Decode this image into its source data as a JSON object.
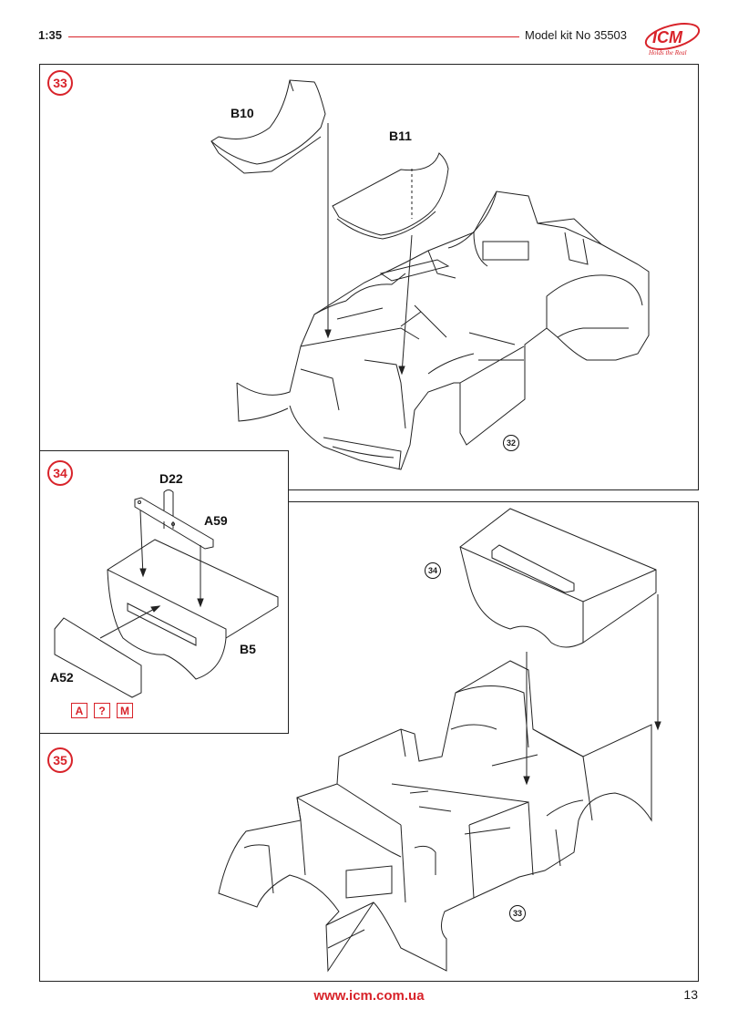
{
  "header": {
    "scale": "1:35",
    "kit": "Model kit No 35503",
    "logo_text": "ICM",
    "logo_tagline": "Holds the Real"
  },
  "steps": [
    {
      "number": "33",
      "parts": [
        "B10",
        "B11"
      ],
      "ref": "32"
    },
    {
      "number": "34",
      "parts": [
        "D22",
        "A59",
        "B5",
        "A52"
      ],
      "paint_codes": [
        "A",
        "?",
        "M"
      ]
    },
    {
      "number": "35",
      "refs": [
        "34",
        "33"
      ]
    }
  ],
  "footer": {
    "url": "www.icm.com.ua",
    "page": "13"
  },
  "colors": {
    "accent": "#d8232a",
    "line": "#222222"
  }
}
